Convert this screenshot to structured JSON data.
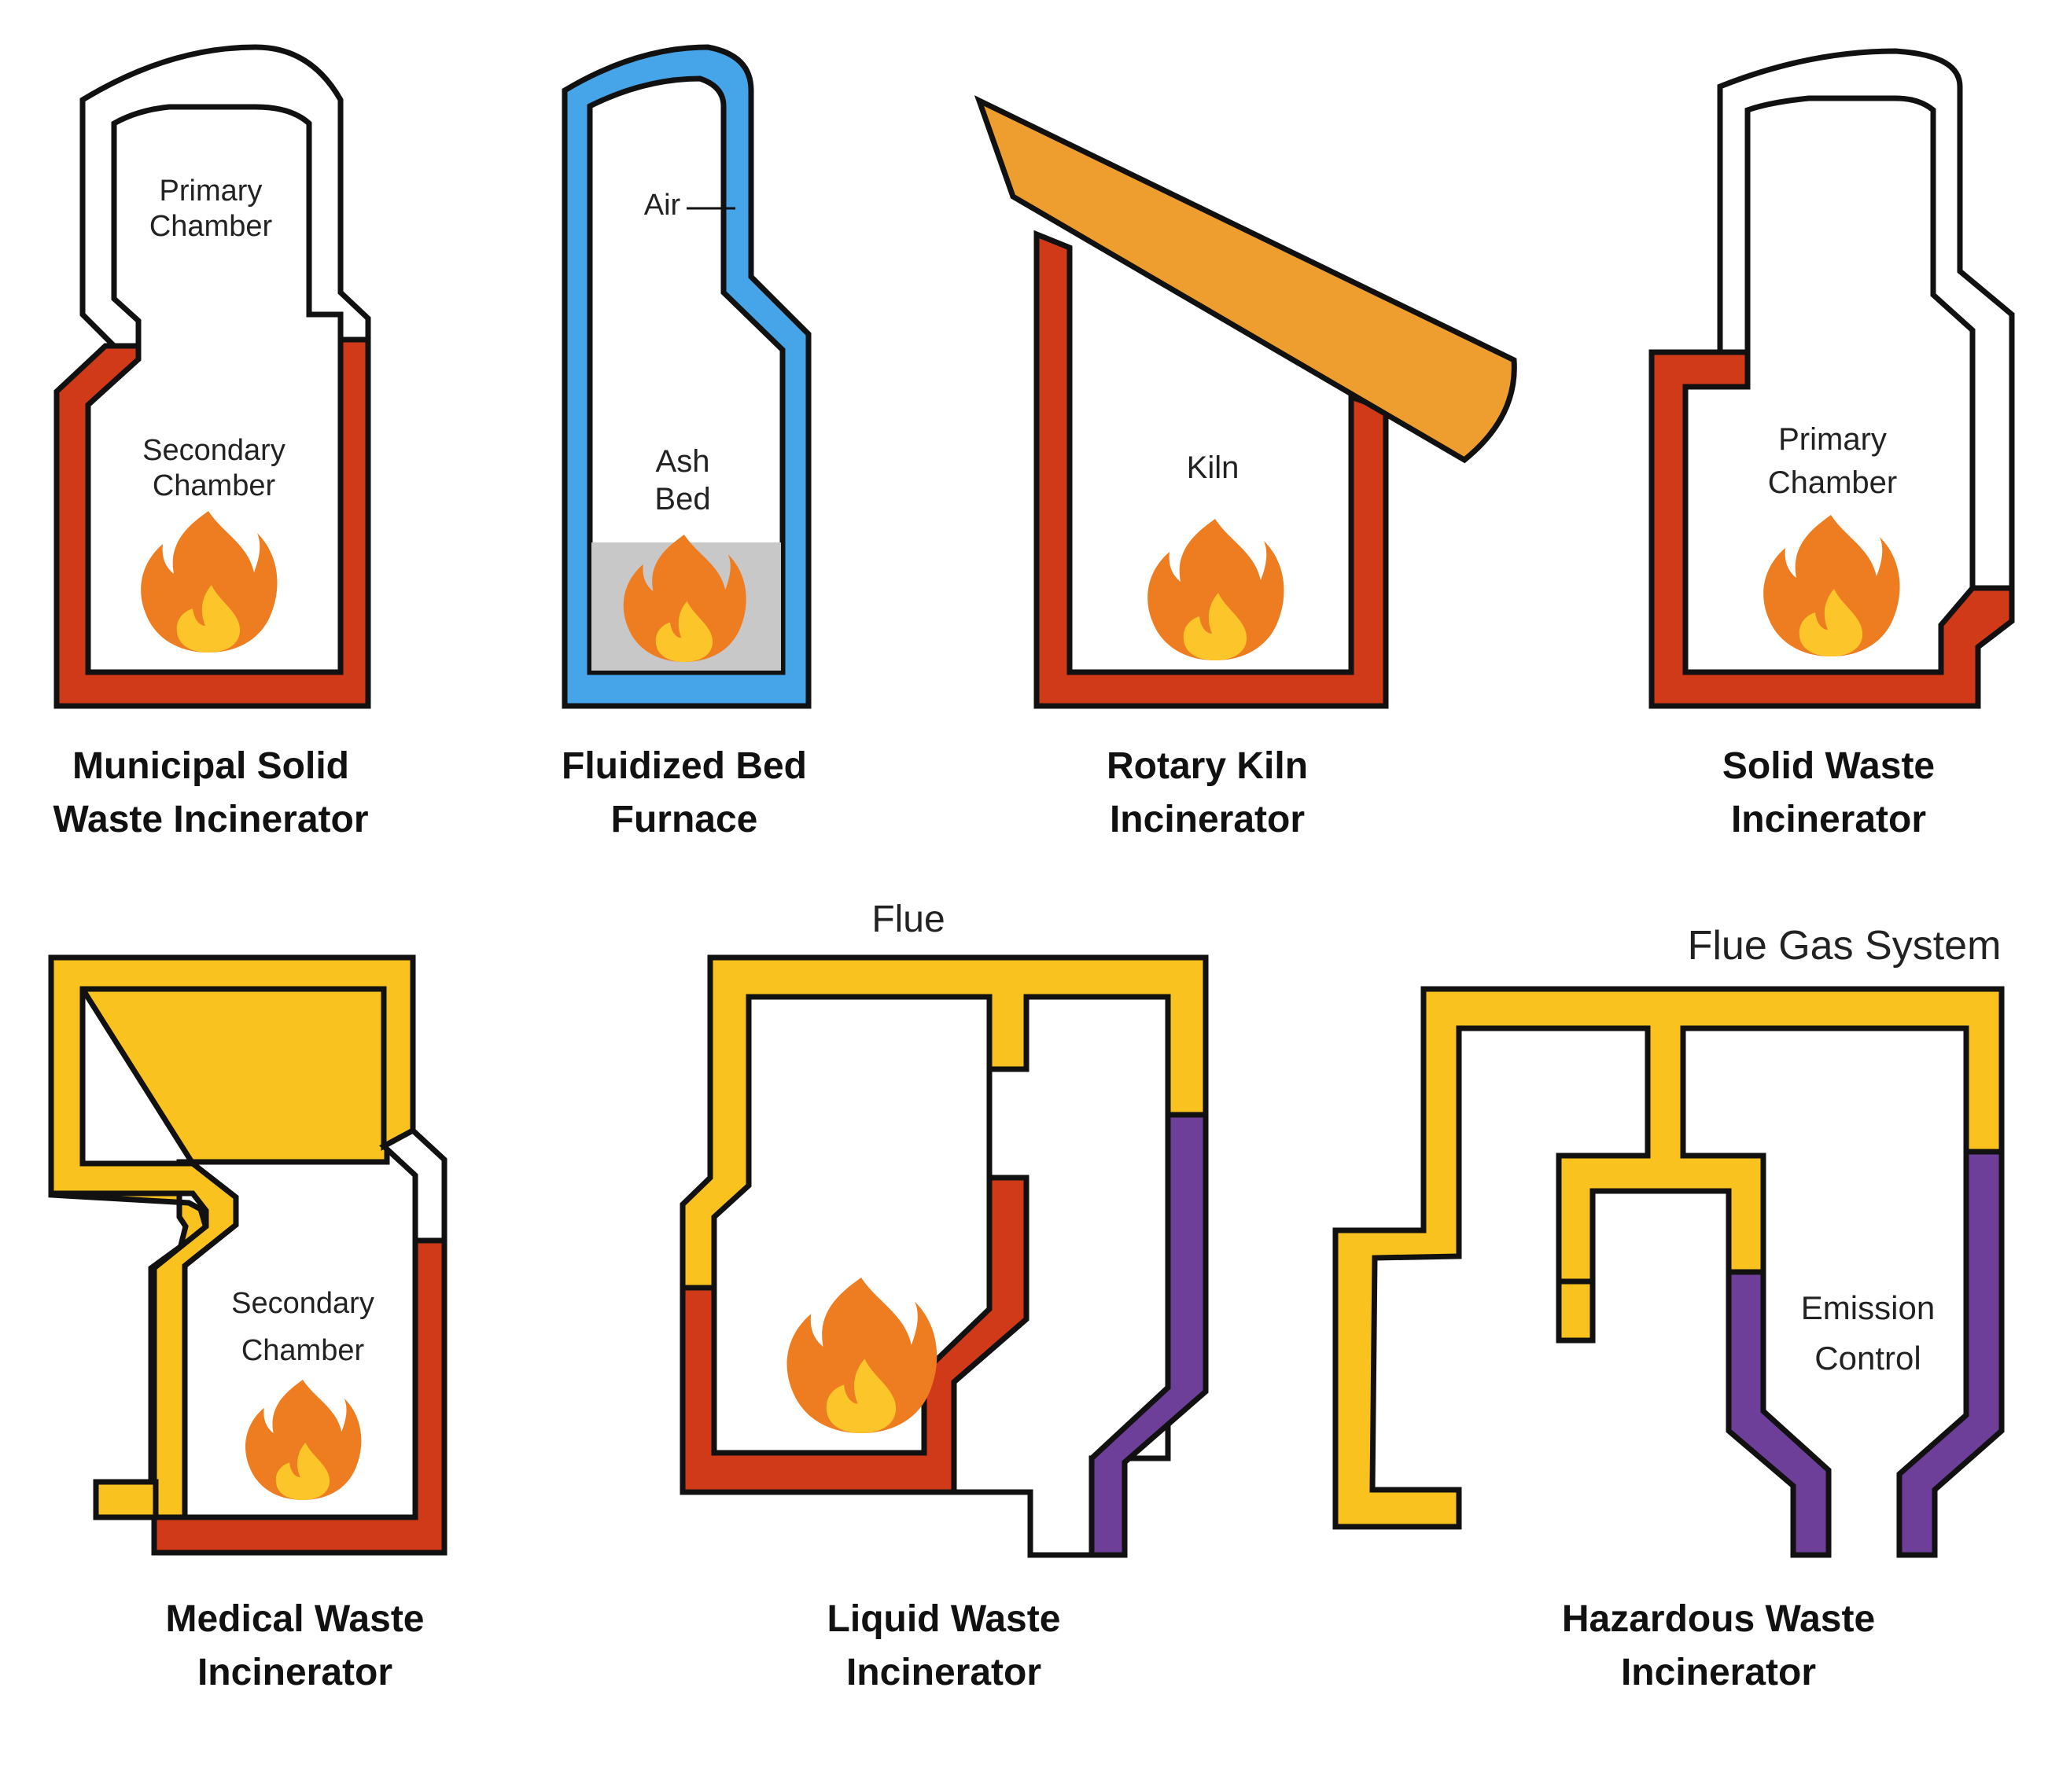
{
  "colors": {
    "red": "#D13A19",
    "yellow": "#F9C21E",
    "blue": "#45A5E8",
    "orange": "#EE9E2F",
    "purple": "#6E3F99",
    "ash": "#C8C8C8",
    "outline": "#111111",
    "flame_outer": "#EE7D22",
    "flame_inner": "#FCC52A"
  },
  "diagrams": {
    "msw": {
      "title_line1": "Municipal Solid",
      "title_line2": "Waste Incinerator",
      "upper_label_line1": "Primary",
      "upper_label_line2": "Chamber",
      "lower_label_line1": "Secondary",
      "lower_label_line2": "Chamber",
      "icon": "flame-icon"
    },
    "fluidized": {
      "title_line1": "Fluidized Bed",
      "title_line2": "Furnace",
      "air_label": "Air",
      "bed_label_line1": "Ash",
      "bed_label_line2": "Bed",
      "icon": "flame-icon"
    },
    "rotary": {
      "title_line1": "Rotary Kiln",
      "title_line2": "Incinerator",
      "kiln_label": "Kiln",
      "icon": "flame-icon"
    },
    "solid": {
      "title_line1": "Solid Waste",
      "title_line2": "Incinerator",
      "label_line1": "Primary",
      "label_line2": "Chamber",
      "icon": "flame-icon"
    },
    "medical": {
      "title_line1": "Medical Waste",
      "title_line2": "Incinerator",
      "label_line1": "Secondary",
      "label_line2": "Chamber",
      "icon": "flame-icon"
    },
    "liquid": {
      "title_line1": "Liquid Waste",
      "title_line2": "Incinerator",
      "flue_label": "Flue",
      "icon": "flame-icon"
    },
    "hazardous": {
      "title_line1": "Hazardous Waste",
      "title_line2": "Incinerator",
      "system_label": "Flue Gas System",
      "label_line1": "Emission",
      "label_line2": "Control"
    }
  }
}
